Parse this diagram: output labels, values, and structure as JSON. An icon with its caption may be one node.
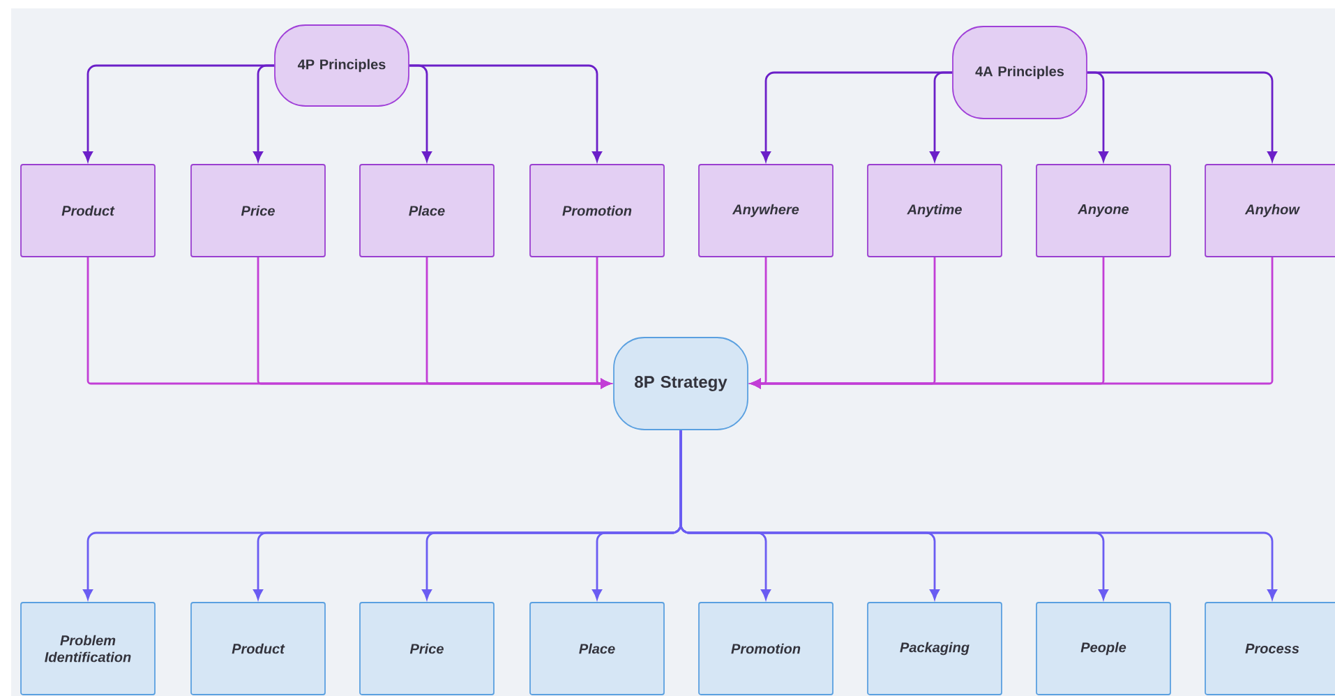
{
  "diagram": {
    "nodes": [
      {
        "text": [
          "4P Principles"
        ]
      },
      {
        "text": [
          "4A Principles"
        ]
      },
      {
        "text": [
          "Product"
        ]
      },
      {
        "text": [
          "Price"
        ]
      },
      {
        "text": [
          "Place"
        ]
      },
      {
        "text": [
          "Promotion"
        ]
      },
      {
        "text": [
          "Anywhere"
        ]
      },
      {
        "text": [
          "Anytime"
        ]
      },
      {
        "text": [
          "Anyone"
        ]
      },
      {
        "text": [
          "Anyhow"
        ]
      },
      {
        "text": [
          "8P Strategy"
        ]
      },
      {
        "text": [
          "Problem Identification"
        ]
      },
      {
        "text": [
          "Product"
        ]
      },
      {
        "text": [
          "Price"
        ]
      },
      {
        "text": [
          "Place"
        ]
      },
      {
        "text": [
          "Promotion"
        ]
      },
      {
        "text": [
          "Packaging"
        ]
      },
      {
        "text": [
          "People"
        ]
      },
      {
        "text": [
          "Process"
        ]
      }
    ],
    "edges": [
      {
        "from": 0,
        "to": 2,
        "arrow": "to",
        "color": "#6b1fc8"
      },
      {
        "from": 0,
        "to": 3,
        "arrow": "to",
        "color": "#6b1fc8"
      },
      {
        "from": 0,
        "to": 4,
        "arrow": "to",
        "color": "#6b1fc8"
      },
      {
        "from": 0,
        "to": 5,
        "arrow": "to",
        "color": "#6b1fc8"
      },
      {
        "from": 1,
        "to": 6,
        "arrow": "to",
        "color": "#6b1fc8"
      },
      {
        "from": 1,
        "to": 7,
        "arrow": "to",
        "color": "#6b1fc8"
      },
      {
        "from": 1,
        "to": 8,
        "arrow": "to",
        "color": "#6b1fc8"
      },
      {
        "from": 1,
        "to": 9,
        "arrow": "to",
        "color": "#6b1fc8"
      },
      {
        "from": 2,
        "to": 10,
        "arrow": "to",
        "color": "#c23ed6"
      },
      {
        "from": 3,
        "to": 10,
        "arrow": "to",
        "color": "#c23ed6"
      },
      {
        "from": 4,
        "to": 10,
        "arrow": "to",
        "color": "#c23ed6"
      },
      {
        "from": 5,
        "to": 10,
        "arrow": "to",
        "color": "#c23ed6"
      },
      {
        "from": 6,
        "to": 10,
        "arrow": "to",
        "color": "#c23ed6"
      },
      {
        "from": 7,
        "to": 10,
        "arrow": "to",
        "color": "#c23ed6"
      },
      {
        "from": 8,
        "to": 10,
        "arrow": "to",
        "color": "#c23ed6"
      },
      {
        "from": 9,
        "to": 10,
        "arrow": "to",
        "color": "#c23ed6"
      },
      {
        "from": 10,
        "to": 11,
        "arrow": "to",
        "color": "#6a5cf2"
      },
      {
        "from": 10,
        "to": 12,
        "arrow": "to",
        "color": "#6a5cf2"
      },
      {
        "from": 10,
        "to": 13,
        "arrow": "to",
        "color": "#6a5cf2"
      },
      {
        "from": 10,
        "to": 14,
        "arrow": "to",
        "color": "#6a5cf2"
      },
      {
        "from": 10,
        "to": 15,
        "arrow": "to",
        "color": "#6a5cf2"
      },
      {
        "from": 10,
        "to": 16,
        "arrow": "to",
        "color": "#6a5cf2"
      },
      {
        "from": 10,
        "to": 17,
        "arrow": "to",
        "color": "#6a5cf2"
      },
      {
        "from": 10,
        "to": 18,
        "arrow": "to",
        "color": "#6a5cf2"
      }
    ]
  }
}
